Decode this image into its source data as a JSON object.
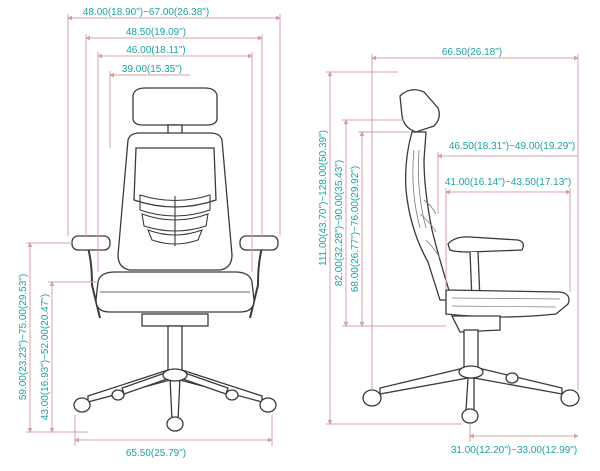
{
  "colors": {
    "dimension_line": "#d7a0a8",
    "label_text": "#1aa2a3",
    "chair_line": "#3a3a3a",
    "chair_fill": "#ffffff",
    "mesh": "#7a7a7a"
  },
  "front_view": {
    "overall_width": "48.00(18.90\")~67.00(26.38\")",
    "armrest_width": "48.50(19.09\")",
    "seat_width": "46.00(18.11\")",
    "backrest_width": "39.00(15.35\")",
    "base_width": "65.50(25.79\")",
    "armrest_height": "59.00(23.23\")~75.00(29.53\")",
    "seat_height": "43.00(16.93\")~52.00(20.47\")"
  },
  "side_view": {
    "overall_depth": "66.50(26.18\")",
    "overall_height": "111.00(43.70\")~128.00(50.39\")",
    "back_height": "82.00(32.28\")~90.00(35.43\")",
    "backrest_height": "68.00(26.77\")~76.00(29.92\")",
    "seat_depth_max": "46.50(18.31\")~49.00(19.29\")",
    "seat_depth": "41.00(16.14\")~43.50(17.13\")",
    "base_depth": "31.00(12.20\")~33.00(12.99\")"
  }
}
